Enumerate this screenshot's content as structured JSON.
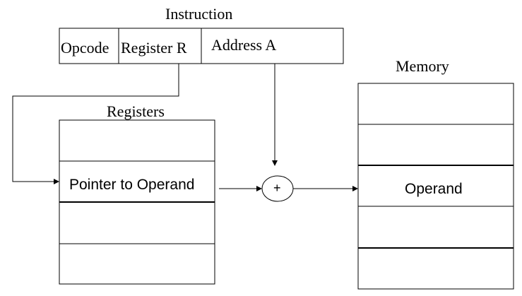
{
  "instruction": {
    "title": "Instruction",
    "fields": {
      "opcode": "Opcode",
      "register": "Register R",
      "address": "Address A"
    }
  },
  "registers": {
    "title": "Registers",
    "pointer_cell": "Pointer to Operand"
  },
  "memory": {
    "title": "Memory",
    "operand_cell": "Operand"
  },
  "adder": {
    "symbol": "+"
  }
}
